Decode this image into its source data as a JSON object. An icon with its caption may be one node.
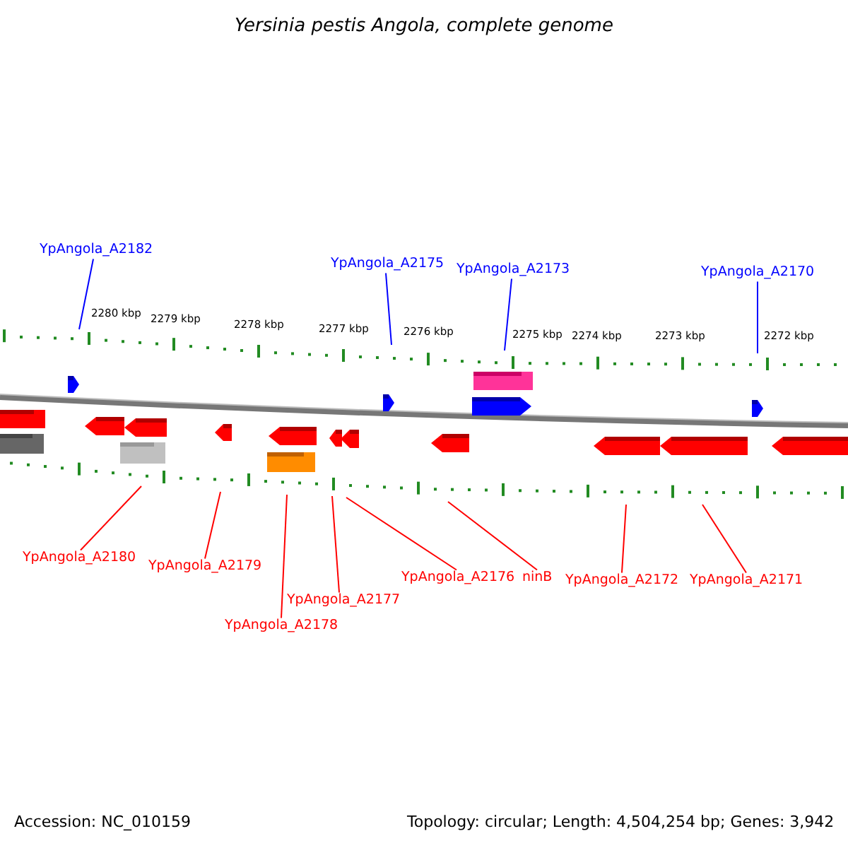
{
  "diagram": {
    "title": "Yersinia pestis Angola, complete genome",
    "nodes": [
      {
        "text": [
          "YpAngola_A2182"
        ]
      },
      {
        "text": [
          "YpAngola_A2175"
        ]
      },
      {
        "text": [
          "YpAngola_A2173"
        ]
      },
      {
        "text": [
          "YpAngola_A2170"
        ]
      },
      {
        "text": [
          "YpAngola_A2180"
        ]
      },
      {
        "text": [
          "YpAngola_A2179"
        ]
      },
      {
        "text": [
          "YpAngola_A2177"
        ]
      },
      {
        "text": [
          "YpAngola_A2178"
        ]
      },
      {
        "text": [
          "YpAngola_A2176"
        ]
      },
      {
        "text": [
          "ninB"
        ]
      },
      {
        "text": [
          "YpAngola_A2172"
        ]
      },
      {
        "text": [
          "YpAngola_A2171"
        ]
      }
    ],
    "edges": [
      {
        "from": 0,
        "to": null,
        "arrow": "none",
        "color": "#0000ff"
      },
      {
        "from": 1,
        "to": null,
        "arrow": "none",
        "color": "#0000ff"
      },
      {
        "from": 2,
        "to": null,
        "arrow": "none",
        "color": "#0000ff"
      },
      {
        "from": 3,
        "to": null,
        "arrow": "none",
        "color": "#0000ff"
      },
      {
        "from": 4,
        "to": null,
        "arrow": "none"
      },
      {
        "from": 5,
        "to": null,
        "arrow": "none"
      },
      {
        "from": 6,
        "to": null,
        "arrow": "none"
      },
      {
        "from": 7,
        "to": null,
        "arrow": "none"
      },
      {
        "from": 8,
        "to": null,
        "arrow": "none"
      },
      {
        "from": 9,
        "to": null,
        "arrow": "none"
      },
      {
        "from": 10,
        "to": null,
        "arrow": "none"
      },
      {
        "from": 11,
        "to": null,
        "arrow": "none"
      }
    ],
    "labels": [
      "2280 kbp",
      "2279 kbp",
      "2278 kbp",
      "2277 kbp",
      "2276 kbp",
      "2275 kbp",
      "2274 kbp",
      "2273 kbp",
      "2272 kbp",
      "Accession: NC_010159",
      "Topology: circular; Length: 4,504,254 bp; Genes: 3,942"
    ]
  }
}
